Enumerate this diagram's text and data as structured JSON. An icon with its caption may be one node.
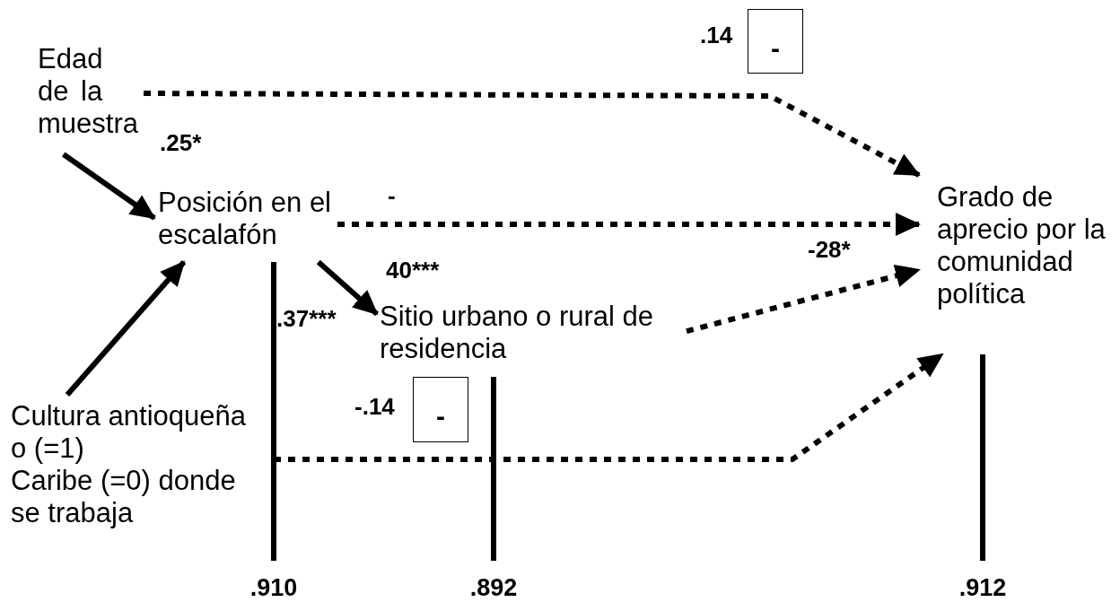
{
  "diagram": {
    "nodes": [
      {
        "text": [
          "Edad de la muestra"
        ]
      },
      {
        "text": [
          "Posición en el escalafón"
        ]
      },
      {
        "text": [
          "Sitio urbano o rural de residencia"
        ]
      },
      {
        "text": [
          "Grado de aprecio por la comunidad política"
        ]
      },
      {
        "text": [
          "Cultura antioqueña o (=1)",
          "Caribe (=0) donde se trabaja"
        ]
      },
      {
        "text": [
          "-"
        ],
        "beside": [
          ".14"
        ]
      },
      {
        "text": [
          "-"
        ],
        "beside": [
          "-.14"
        ]
      },
      {
        "text": [
          ".910"
        ]
      },
      {
        "text": [
          ".892"
        ]
      },
      {
        "text": [
          ".912"
        ]
      }
    ],
    "edges": [
      {
        "from": 0,
        "to": 1,
        "arrow": "to"
      },
      {
        "from": 4,
        "to": 1,
        "arrow": "to"
      },
      {
        "from": 1,
        "to": 2,
        "arrow": "to"
      },
      {
        "from": 0,
        "to": 3,
        "arrow": "to",
        "style": "dashed"
      },
      {
        "from": 1,
        "to": 3,
        "arrow": "to",
        "style": "dashed"
      },
      {
        "from": 2,
        "to": 3,
        "arrow": "to",
        "style": "dashed"
      },
      {
        "from": null,
        "to": 3,
        "arrow": "to",
        "style": "dashed"
      },
      {
        "from": 1,
        "to": 7,
        "arrow": "none"
      },
      {
        "from": 2,
        "to": 8,
        "arrow": "none"
      },
      {
        "from": 3,
        "to": 9,
        "arrow": "none"
      }
    ],
    "labels": [
      ".25*",
      "-",
      "40***",
      ".37***",
      "-28*"
    ]
  }
}
